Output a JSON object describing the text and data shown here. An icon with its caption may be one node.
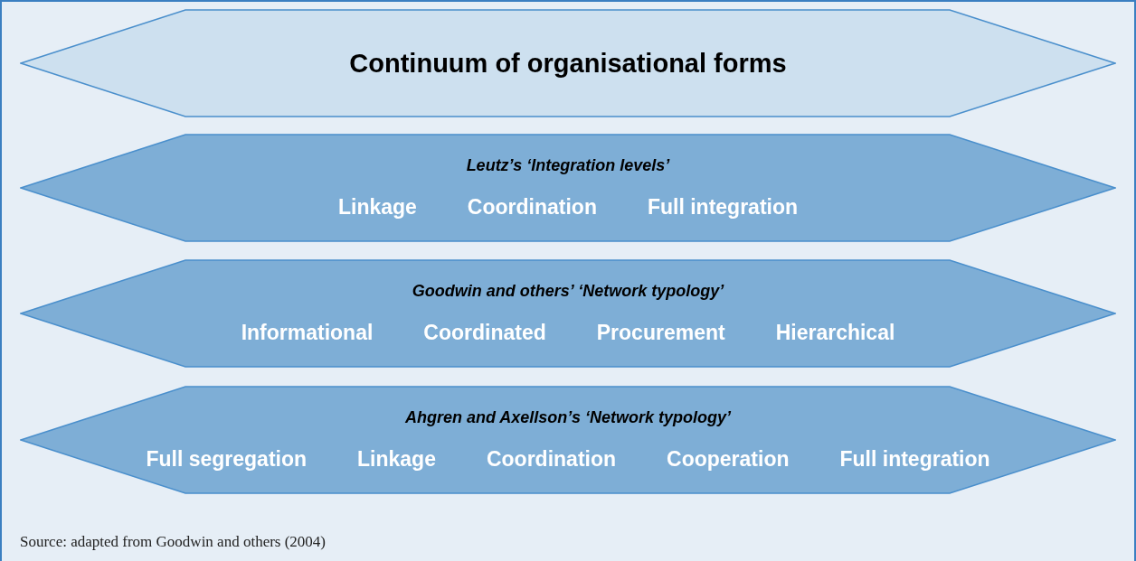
{
  "diagram": {
    "nodes": [
      {
        "text": [
          "Continuum of organisational forms"
        ]
      },
      {
        "text": [
          "Leutz’s ‘Integration levels’",
          "Linkage",
          "Coordination",
          "Full integration"
        ]
      },
      {
        "text": [
          "Goodwin and others’ ‘Network typology’",
          "Informational",
          "Coordinated",
          "Procurement",
          "Hierarchical"
        ]
      },
      {
        "text": [
          "Ahgren and Axellson’s ‘Network typology’",
          "Full segregation",
          "Linkage",
          "Coordination",
          "Cooperation",
          "Full integration"
        ]
      }
    ],
    "edges": [],
    "caption": "Source: adapted from Goodwin and others (2004)"
  }
}
